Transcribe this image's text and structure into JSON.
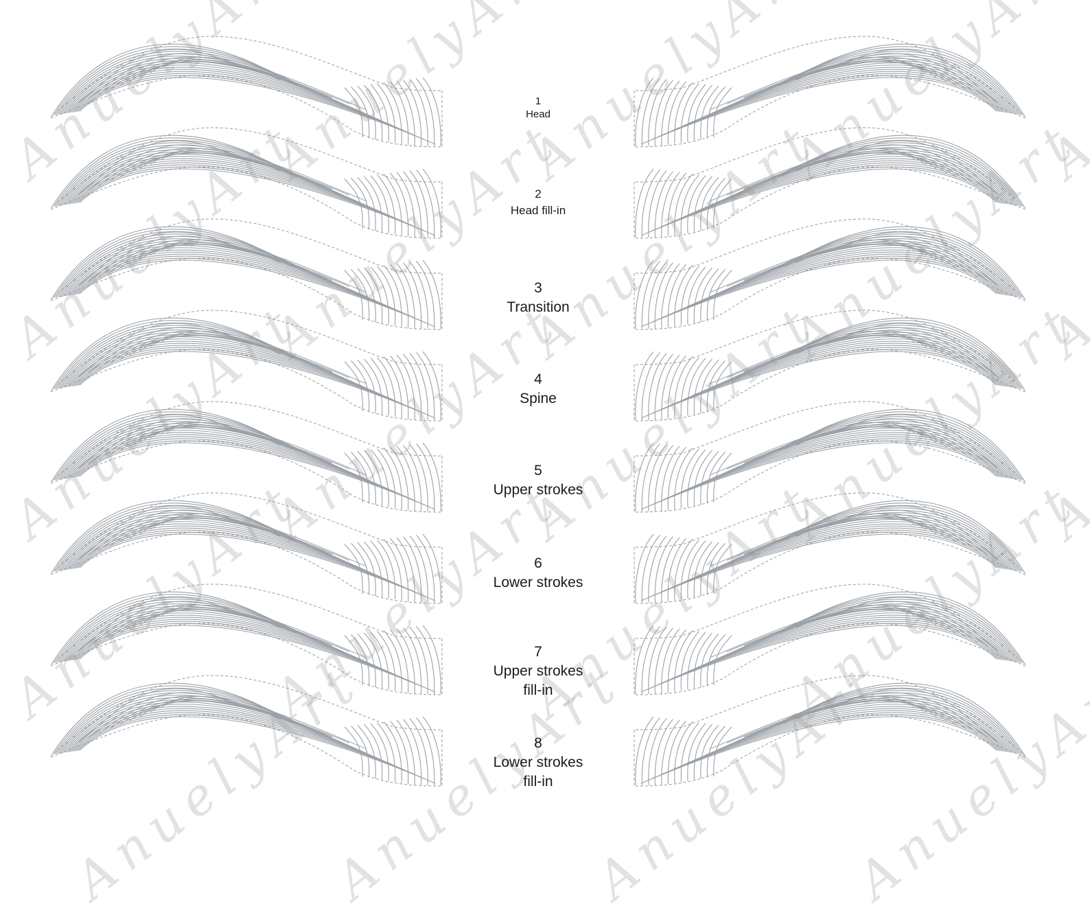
{
  "steps": [
    {
      "number": "1",
      "lines": [
        "Head"
      ]
    },
    {
      "number": "2",
      "lines": [
        "Head fill-in"
      ]
    },
    {
      "number": "3",
      "lines": [
        "Transition"
      ]
    },
    {
      "number": "4",
      "lines": [
        "Spine"
      ]
    },
    {
      "number": "5",
      "lines": [
        "Upper strokes"
      ]
    },
    {
      "number": "6",
      "lines": [
        "Lower strokes"
      ]
    },
    {
      "number": "7",
      "lines": [
        "Upper strokes",
        "fill-in"
      ]
    },
    {
      "number": "8",
      "lines": [
        "Lower strokes",
        "fill-in"
      ]
    }
  ],
  "watermark": "AnuelyArt",
  "colors": {
    "stroke": "#9aa0a6",
    "outline": "#9a9a9a",
    "label": "#1a1a1a",
    "background": "#ffffff"
  }
}
